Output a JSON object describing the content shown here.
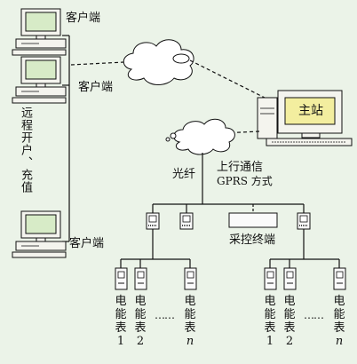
{
  "labels": {
    "client_1": "客户端",
    "client_2": "客户端",
    "client_3": "客户端",
    "remote": "远程开户、充值",
    "master": "主站",
    "fiber": "光纤",
    "uplink_line1": "上行通信",
    "uplink_line2": "GPRS 方式",
    "terminal": "采控终端",
    "dots_left": "……",
    "dots_right": "……"
  },
  "meters_left": [
    {
      "c1": "电",
      "c2": "能",
      "c3": "表",
      "n": "1"
    },
    {
      "c1": "电",
      "c2": "能",
      "c3": "表",
      "n": "2"
    },
    {
      "c1": "电",
      "c2": "能",
      "c3": "表",
      "n": "n"
    }
  ],
  "meters_right": [
    {
      "c1": "电",
      "c2": "能",
      "c3": "表",
      "n": "1"
    },
    {
      "c1": "电",
      "c2": "能",
      "c3": "表",
      "n": "2"
    },
    {
      "c1": "电",
      "c2": "能",
      "c3": "表",
      "n": "n"
    }
  ],
  "colors": {
    "background": "#EBF3E8",
    "monitor_screen": "#D7EBC7",
    "master_screen": "#F3EE9F",
    "outline": "#111111"
  }
}
